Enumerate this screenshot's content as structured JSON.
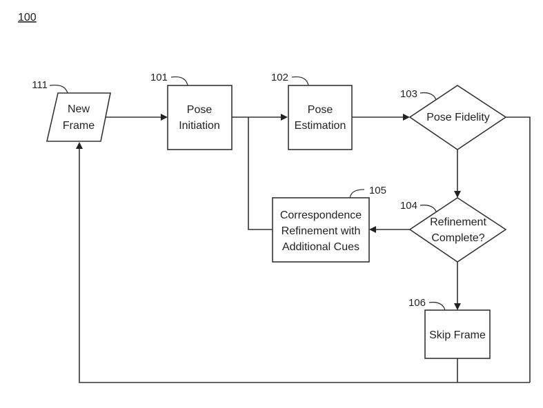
{
  "figure_number": "100",
  "nodes": {
    "new_frame": {
      "ref": "111",
      "line1": "New",
      "line2": "Frame",
      "shape": "parallelogram"
    },
    "pose_initiation": {
      "ref": "101",
      "line1": "Pose",
      "line2": "Initiation",
      "shape": "rectangle"
    },
    "pose_estimation": {
      "ref": "102",
      "line1": "Pose",
      "line2": "Estimation",
      "shape": "rectangle"
    },
    "pose_fidelity": {
      "ref": "103",
      "line1": "Pose Fidelity",
      "shape": "diamond"
    },
    "refinement_complete": {
      "ref": "104",
      "line1": "Refinement",
      "line2": "Complete?",
      "shape": "diamond"
    },
    "correspondence_refinement": {
      "ref": "105",
      "line1": "Correspondence",
      "line2": "Refinement with",
      "line3": "Additional Cues",
      "shape": "rectangle"
    },
    "skip_frame": {
      "ref": "106",
      "line1": "Skip Frame",
      "shape": "rectangle"
    }
  },
  "edges": [
    {
      "from": "new_frame",
      "to": "pose_initiation"
    },
    {
      "from": "pose_initiation",
      "to": "pose_estimation"
    },
    {
      "from": "pose_estimation",
      "to": "pose_fidelity"
    },
    {
      "from": "pose_fidelity",
      "to": "refinement_complete"
    },
    {
      "from": "refinement_complete",
      "to": "correspondence_refinement"
    },
    {
      "from": "correspondence_refinement",
      "to": "pose_estimation"
    },
    {
      "from": "refinement_complete",
      "to": "skip_frame"
    },
    {
      "from": "skip_frame",
      "to": "new_frame"
    },
    {
      "from": "pose_fidelity",
      "to": "new_frame"
    }
  ]
}
